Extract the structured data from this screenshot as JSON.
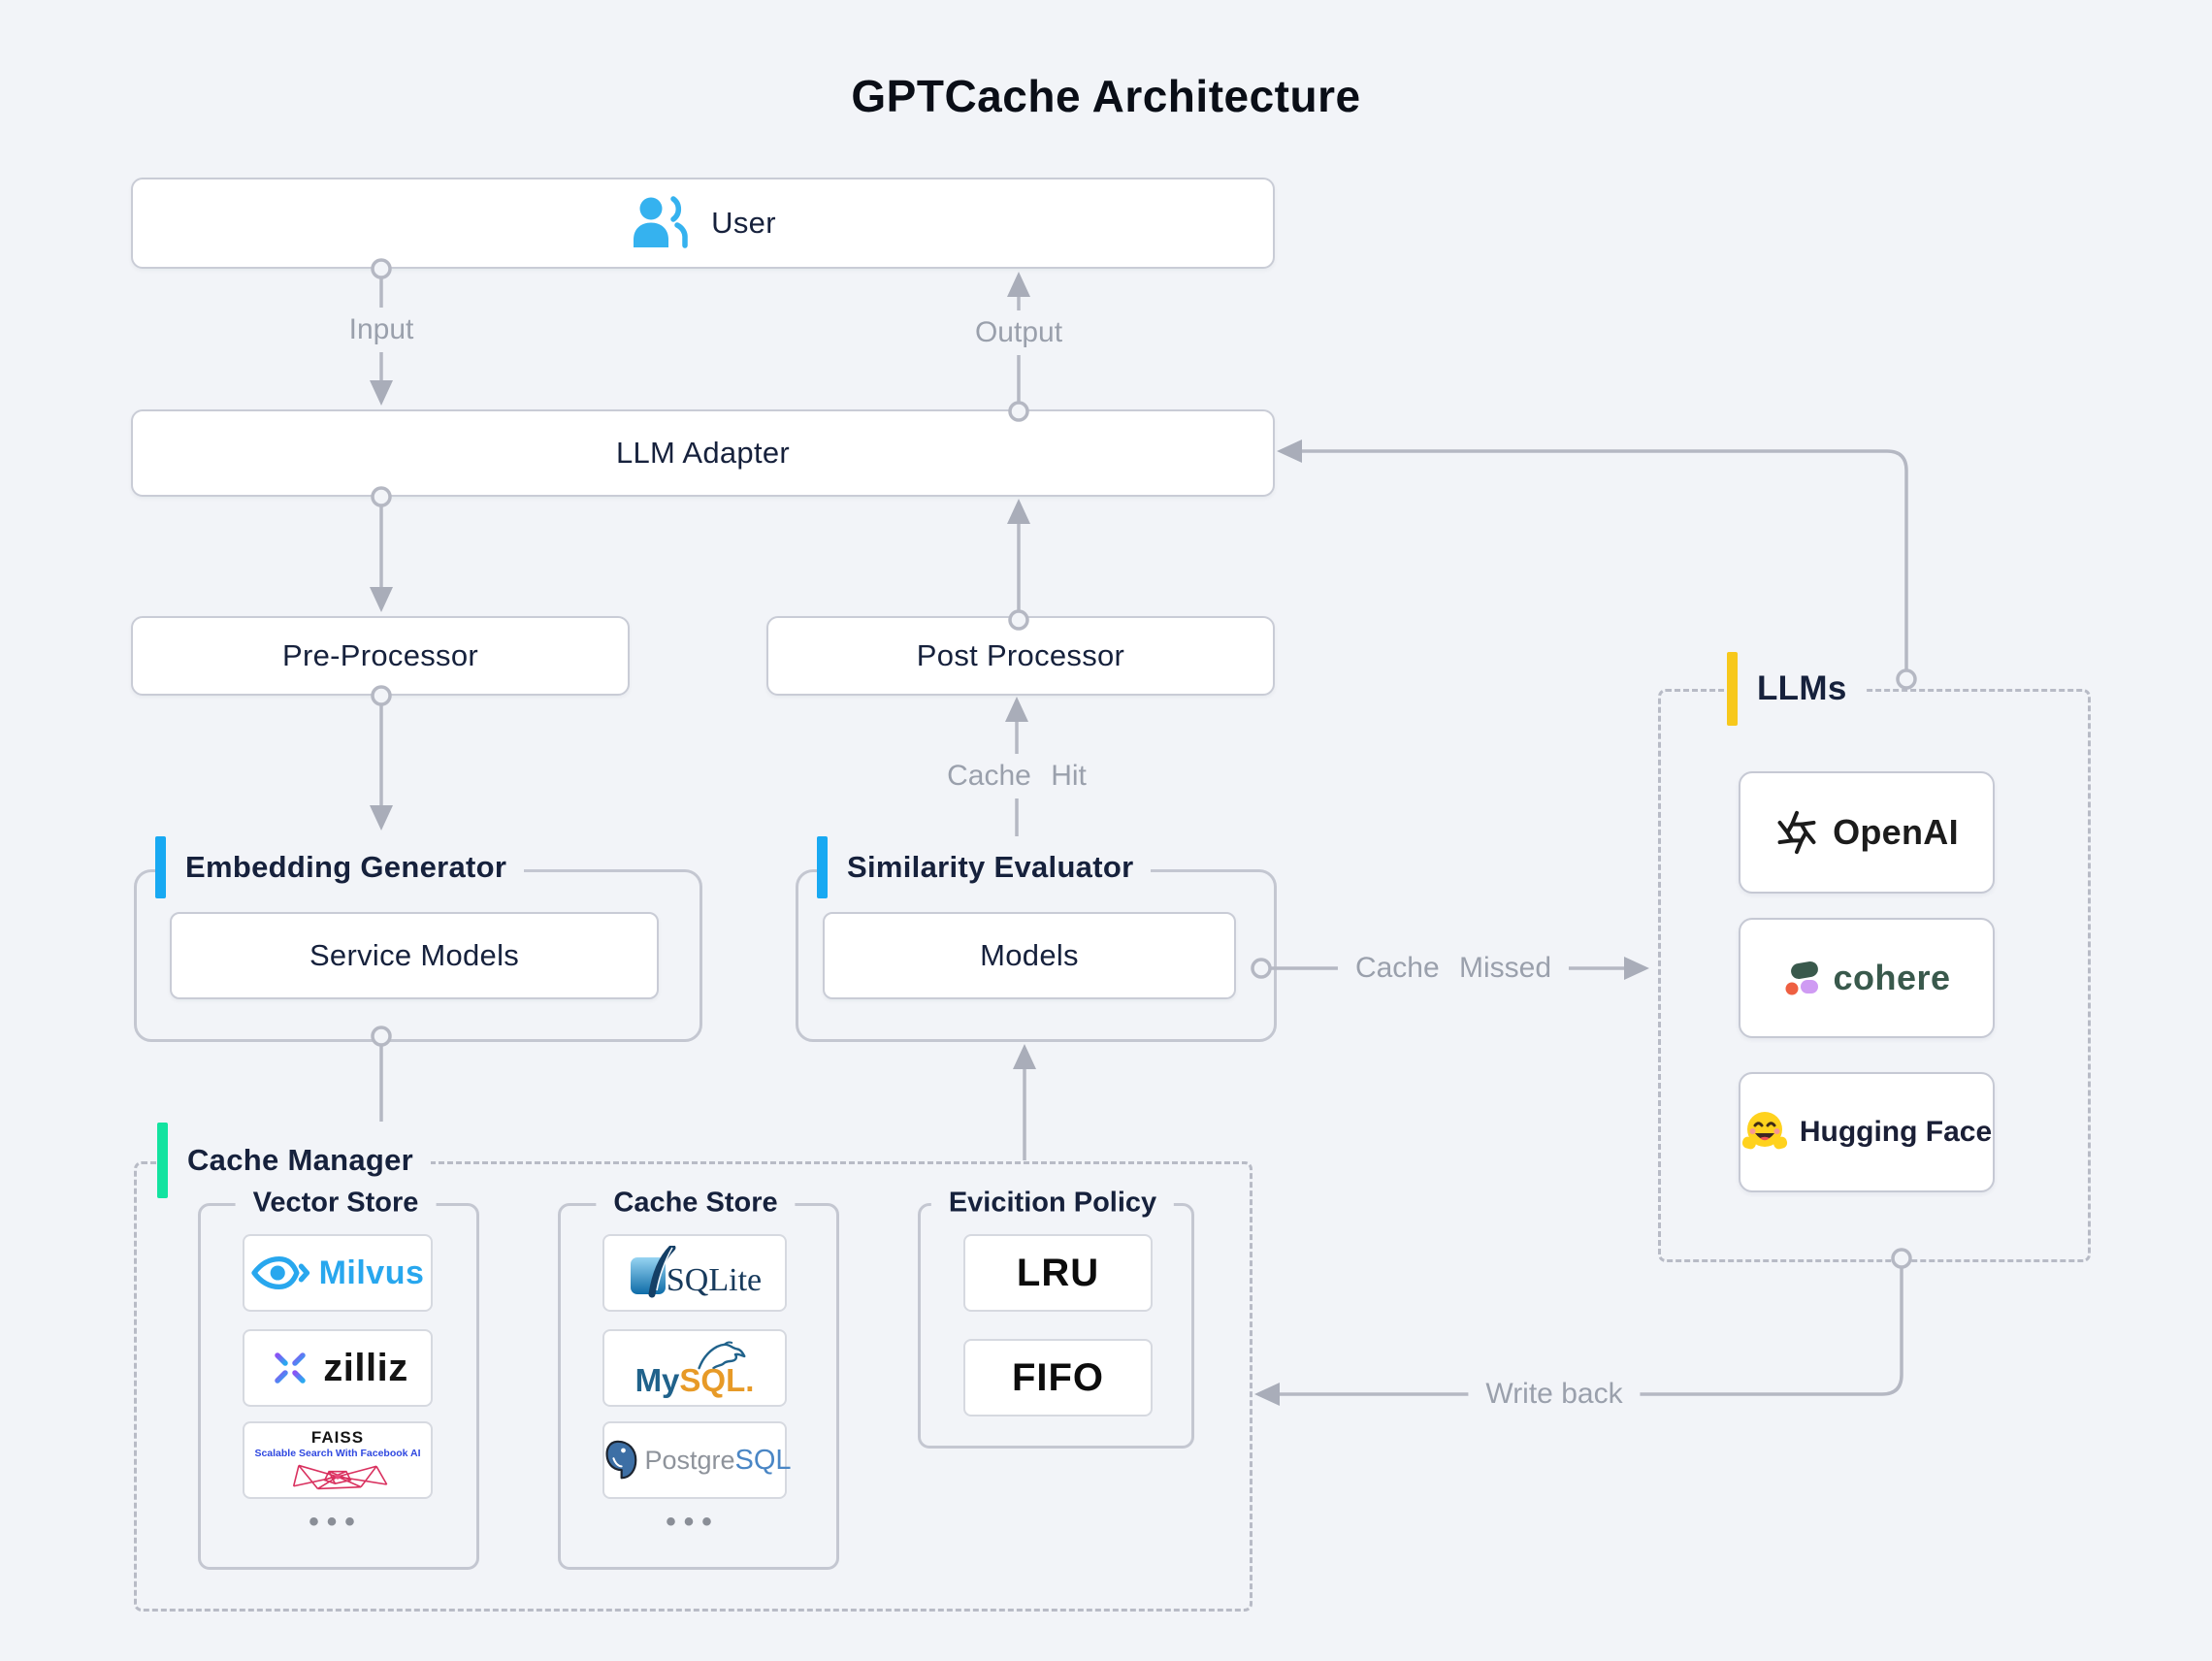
{
  "title": "GPTCache Architecture",
  "colors": {
    "background": "#f2f4f8",
    "accent_blue": "#18a9f2",
    "accent_green": "#13e3a0",
    "accent_yellow": "#f7c81c",
    "line_gray": "#b5b8c3",
    "text_navy": "#16213c",
    "edge_label_gray": "#9aa0ac",
    "user_icon_blue": "#35b2ef",
    "milvus_blue": "#28a7ee",
    "cohere_green": "#39594c",
    "huggingface_yellow": "#ffd21e",
    "mysql_blue": "#20628b",
    "mysql_orange": "#e79a27",
    "sqlite_blue": "#1173b5",
    "postgres_blue": "#4a86c5",
    "faiss_red": "#d9315f"
  },
  "nodes": {
    "user": "User",
    "llm_adapter": "LLM Adapter",
    "pre_processor": "Pre-Processor",
    "post_processor": "Post Processor",
    "service_models": "Service Models",
    "models": "Models",
    "lru": "LRU",
    "fifo": "FIFO"
  },
  "groups": {
    "embedding_generator": "Embedding Generator",
    "similarity_evaluator": "Similarity Evaluator",
    "cache_manager": "Cache Manager",
    "llms": "LLMs",
    "vector_store": "Vector Store",
    "cache_store": "Cache Store",
    "eviction_policy": "Evicition Policy"
  },
  "edges": {
    "input": "Input",
    "output": "Output",
    "cache_hit": "Cache Hit",
    "cache_missed": "Cache Missed",
    "write_back": "Write back"
  },
  "logos": {
    "milvus": "Milvus",
    "zilliz": "zilliz",
    "faiss_title": "FAISS",
    "faiss_subtitle": "Scalable Search With Facebook AI",
    "sqlite": "SQLite",
    "mysql_my": "My",
    "mysql_sql": "SQL.",
    "postgre": "Postgre",
    "postgre_sql": "SQL",
    "openai": "OpenAI",
    "cohere": "cohere",
    "huggingface": "Hugging Face",
    "more": "•••"
  }
}
